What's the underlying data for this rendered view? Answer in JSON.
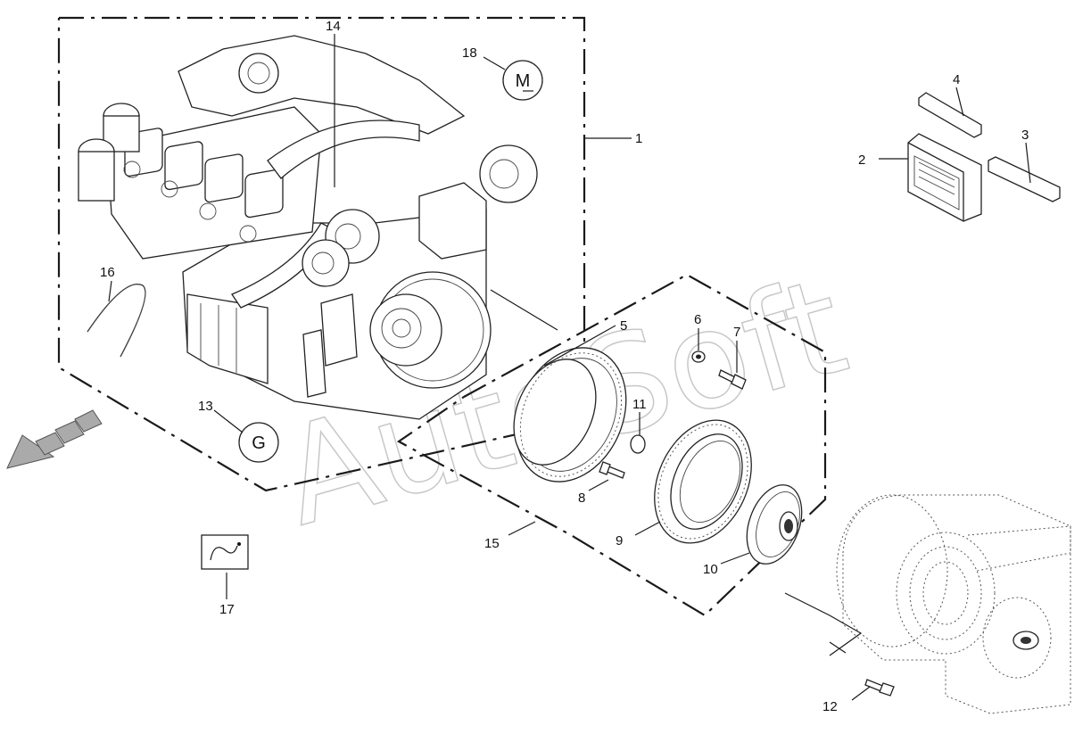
{
  "callouts": {
    "c1": "1",
    "c2": "2",
    "c3": "3",
    "c4": "4",
    "c5": "5",
    "c6": "6",
    "c7": "7",
    "c8": "8",
    "c9": "9",
    "c10": "10",
    "c11": "11",
    "c12": "12",
    "c13": "13",
    "c14": "14",
    "c15": "15",
    "c16": "16",
    "c17": "17",
    "c18": "18"
  },
  "badges": {
    "m": "M",
    "g": "G"
  },
  "watermark": "AutoSoft",
  "icons": {
    "engine": "engine-assembly-icon",
    "control_unit": "control-unit-icon",
    "bracket_4": "bracket-icon",
    "bracket_3": "mounting-strap-icon",
    "ring_gear": "ring-gear-icon",
    "flex_plate": "flex-plate-icon",
    "hub": "flange-hub-icon",
    "transmission": "transmission-housing-icon",
    "belt": "drive-belt-icon",
    "hose_symbol": "hose-symbol-icon",
    "direction_arrow": "direction-arrow-icon"
  }
}
